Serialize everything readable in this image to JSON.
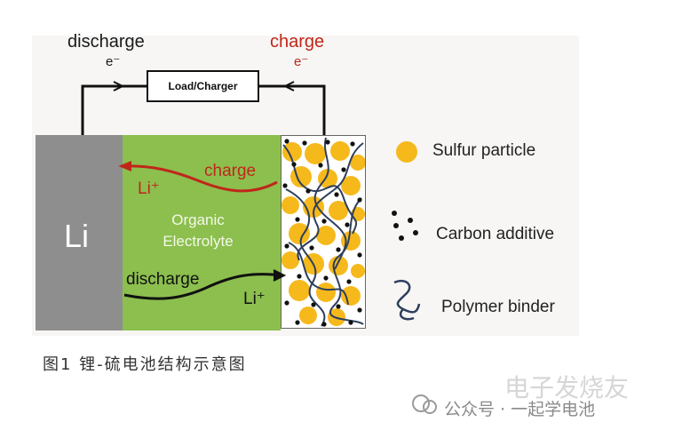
{
  "diagram": {
    "discharge_top": "discharge",
    "electron_left": "e⁻",
    "charge_top": "charge",
    "electron_right": "e⁻",
    "load_box": "Load/Charger",
    "anode_label": "Li",
    "electrolyte_line1": "Organic",
    "electrolyte_line2": "Electrolyte",
    "charge_arrow_label": "charge",
    "li_ion_red": "Li⁺",
    "discharge_arrow_label": "discharge",
    "li_ion_black": "Li⁺"
  },
  "legend": {
    "sulfur": "Sulfur particle",
    "carbon": "Carbon additive",
    "binder": "Polymer binder"
  },
  "caption": "图1 锂-硫电池结构示意图",
  "watermark": {
    "big": "电子发烧友",
    "small": "公众号 · 一起学电池"
  },
  "colors": {
    "anode": "#8e8e8e",
    "electrolyte": "#8cbf4e",
    "sulfur": "#f6b91c",
    "charge_red": "#c0261a",
    "binder": "#2e3f5e"
  },
  "icons": [
    "arrow-icon",
    "sulfur-particle-icon",
    "carbon-dot-icon",
    "polymer-binder-icon",
    "watermark-logo-icon"
  ]
}
